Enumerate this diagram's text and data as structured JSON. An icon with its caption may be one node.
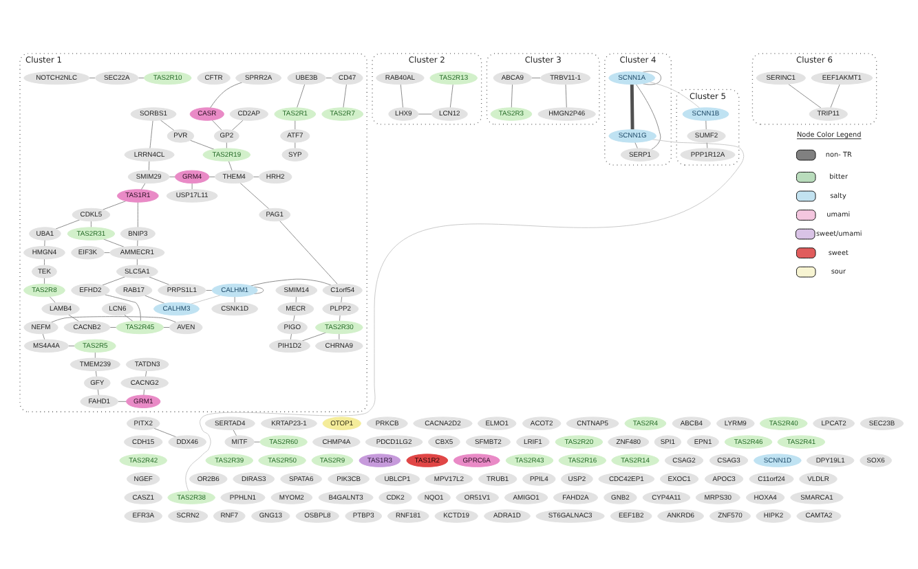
{
  "diagram": {
    "nodes": [
      {
        "text": [
          "Cluster 1"
        ]
      },
      {
        "text": [
          "UBE3B"
        ],
        "in": 0
      },
      {
        "text": [
          "CD47"
        ],
        "in": 0
      },
      {
        "text": [
          "TAS2R1"
        ],
        "in": 0
      },
      {
        "text": [
          "TAS2R7"
        ],
        "in": 0
      },
      {
        "text": [
          "ATF7"
        ],
        "in": 0
      },
      {
        "text": [
          "SPRR2A"
        ],
        "in": 0
      },
      {
        "text": [
          "CASR"
        ],
        "in": 0
      },
      {
        "text": [
          "CD2AP"
        ],
        "in": 0
      },
      {
        "text": [
          "SORBS1"
        ],
        "in": 0
      },
      {
        "text": [
          "PVR"
        ],
        "in": 0
      },
      {
        "text": [
          "GP2"
        ],
        "in": 0
      },
      {
        "text": [
          "LRRN4CL"
        ],
        "in": 0
      },
      {
        "text": [
          "SYP"
        ],
        "in": 0
      },
      {
        "text": [
          "TAS2R19"
        ],
        "in": 0
      },
      {
        "text": [
          "SMIM29"
        ],
        "in": 0
      },
      {
        "text": [
          "GRM4"
        ],
        "in": 0
      },
      {
        "text": [
          "THEM4"
        ],
        "in": 0
      },
      {
        "text": [
          "HRH2"
        ],
        "in": 0
      },
      {
        "text": [
          "TAS1R1"
        ],
        "in": 0
      },
      {
        "text": [
          "CDKL5"
        ],
        "in": 0
      },
      {
        "text": [
          "PAG1"
        ],
        "in": 0
      },
      {
        "text": [
          "UBA1"
        ],
        "in": 0
      },
      {
        "text": [
          "BNIP3"
        ],
        "in": 0
      },
      {
        "text": [
          "USP17L11"
        ],
        "in": 0
      },
      {
        "text": [
          "TAS2R31"
        ],
        "in": 0
      },
      {
        "text": [
          "HMGN4"
        ],
        "in": 0
      },
      {
        "text": [
          "EIF3K"
        ],
        "in": 0
      },
      {
        "text": [
          "AMMECR1"
        ],
        "in": 0
      },
      {
        "text": [
          "PRPS1L1"
        ],
        "in": 0
      },
      {
        "text": [
          "CALHM1"
        ],
        "in": 0
      },
      {
        "text": [
          "C1orf54"
        ],
        "in": 0
      },
      {
        "text": [
          "SLC5A1"
        ],
        "in": 0
      },
      {
        "text": [
          "SMIM14"
        ],
        "in": 0
      },
      {
        "text": [
          "CSNK1D"
        ],
        "in": 0
      },
      {
        "text": [
          "TEK"
        ],
        "in": 0
      },
      {
        "text": [
          "CFTR"
        ],
        "in": 0
      },
      {
        "text": [
          "MECR"
        ],
        "in": 0
      },
      {
        "text": [
          "PLPP2"
        ],
        "in": 0
      },
      {
        "text": [
          "EFHD2"
        ],
        "in": 0
      },
      {
        "text": [
          "RAB17"
        ],
        "in": 0
      },
      {
        "text": [
          "CALHM3"
        ],
        "in": 0
      },
      {
        "text": [
          "PIGO"
        ],
        "in": 0
      },
      {
        "text": [
          "TAS2R8"
        ],
        "in": 0
      },
      {
        "text": [
          "TAS2R30"
        ],
        "in": 0
      },
      {
        "text": [
          "LCN6"
        ],
        "in": 0
      },
      {
        "text": [
          "PIH1D2"
        ],
        "in": 0
      },
      {
        "text": [
          "MS4A4A"
        ],
        "in": 0
      },
      {
        "text": [
          "NOTCH2NLC"
        ],
        "in": 0
      },
      {
        "text": [
          "SEC22A"
        ],
        "in": 0
      },
      {
        "text": [
          "TAS2R5"
        ],
        "in": 0
      },
      {
        "text": [
          "TAS2R10"
        ],
        "in": 0
      },
      {
        "text": [
          "LAMB4"
        ],
        "in": 0
      },
      {
        "text": [
          "CHRNA9"
        ],
        "in": 0
      },
      {
        "text": [
          "CACNB2"
        ],
        "in": 0
      },
      {
        "text": [
          "TAS2R45"
        ],
        "in": 0
      },
      {
        "text": [
          "AVEN"
        ],
        "in": 0
      },
      {
        "text": [
          "NEFM"
        ],
        "in": 0
      },
      {
        "text": [
          "TMEM239"
        ],
        "in": 0
      },
      {
        "text": [
          "TATDN3"
        ],
        "in": 0
      },
      {
        "text": [
          "CACNG2"
        ],
        "in": 0
      },
      {
        "text": [
          "GFY"
        ],
        "in": 0
      },
      {
        "text": [
          "FAHD1"
        ],
        "in": 0
      },
      {
        "text": [
          "GRM1"
        ],
        "in": 0
      },
      {
        "text": [
          "Cluster 2"
        ]
      },
      {
        "text": [
          "RAB40AL"
        ],
        "in": 64
      },
      {
        "text": [
          "TAS2R13"
        ],
        "in": 64
      },
      {
        "text": [
          "LHX9"
        ],
        "in": 64
      },
      {
        "text": [
          "LCN12"
        ],
        "in": 64
      },
      {
        "text": [
          "Cluster 3"
        ]
      },
      {
        "text": [
          "ABCA9"
        ],
        "in": 69
      },
      {
        "text": [
          "TRBV11-1"
        ],
        "in": 69
      },
      {
        "text": [
          "TAS2R3"
        ],
        "in": 69
      },
      {
        "text": [
          "HMGN2P46"
        ],
        "in": 69
      },
      {
        "text": [
          "Cluster 4"
        ]
      },
      {
        "text": [
          "SCNN1A"
        ],
        "in": 74
      },
      {
        "text": [
          "SCNN1G"
        ],
        "in": 74
      },
      {
        "text": [
          "SERP1"
        ],
        "in": 74
      },
      {
        "text": [
          "Cluster 5"
        ]
      },
      {
        "text": [
          "SCNN1B"
        ],
        "in": 78
      },
      {
        "text": [
          "SUMF2"
        ],
        "in": 78
      },
      {
        "text": [
          "PPP1R12A"
        ],
        "in": 78
      },
      {
        "text": [
          "Cluster 6"
        ]
      },
      {
        "text": [
          "EEF1AKMT1"
        ],
        "in": 82
      },
      {
        "text": [
          "SERINC1"
        ],
        "in": 82
      },
      {
        "text": [
          "TRIP11"
        ],
        "in": 82
      },
      {
        "text": [
          "PITX2"
        ]
      },
      {
        "text": [
          "SERTAD4"
        ]
      },
      {
        "text": [
          "KRTAP23-1"
        ]
      },
      {
        "text": [
          "OTOP1"
        ]
      },
      {
        "text": [
          "PRKCB"
        ]
      },
      {
        "text": [
          "CACNA2D2"
        ]
      },
      {
        "text": [
          "ELMO1"
        ]
      },
      {
        "text": [
          "ACOT2"
        ]
      },
      {
        "text": [
          "CNTNAP5"
        ]
      },
      {
        "text": [
          "TAS2R4"
        ]
      },
      {
        "text": [
          "ABCB4"
        ]
      },
      {
        "text": [
          "LYRM9"
        ]
      },
      {
        "text": [
          "TAS2R40"
        ]
      },
      {
        "text": [
          "LPCAT2"
        ]
      },
      {
        "text": [
          "SEC23B"
        ]
      },
      {
        "text": [
          "CDH15"
        ]
      },
      {
        "text": [
          "CHMP4A"
        ]
      },
      {
        "text": [
          "PDCD1LG2"
        ]
      },
      {
        "text": [
          "CBX5"
        ]
      },
      {
        "text": [
          "SFMBT2"
        ]
      },
      {
        "text": [
          "LRIF1"
        ]
      },
      {
        "text": [
          "TAS2R20"
        ]
      },
      {
        "text": [
          "ZNF480"
        ]
      },
      {
        "text": [
          "SPI1"
        ]
      },
      {
        "text": [
          "EPN1"
        ]
      },
      {
        "text": [
          "DDX46"
        ]
      },
      {
        "text": [
          "MITF"
        ]
      },
      {
        "text": [
          "TAS2R60"
        ]
      },
      {
        "text": [
          "TAS2R46"
        ]
      },
      {
        "text": [
          "TAS2R41"
        ]
      },
      {
        "text": [
          "TAS2R42"
        ]
      },
      {
        "text": [
          "TAS2R39"
        ]
      },
      {
        "text": [
          "TAS2R50"
        ]
      },
      {
        "text": [
          "TAS2R9"
        ]
      },
      {
        "text": [
          "TAS1R3"
        ]
      },
      {
        "text": [
          "TAS1R2"
        ]
      },
      {
        "text": [
          "GPRC6A"
        ]
      },
      {
        "text": [
          "TAS2R43"
        ]
      },
      {
        "text": [
          "TAS2R16"
        ]
      },
      {
        "text": [
          "TAS2R14"
        ]
      },
      {
        "text": [
          "CSAG2"
        ]
      },
      {
        "text": [
          "CSAG3"
        ]
      },
      {
        "text": [
          "SCNN1D"
        ]
      },
      {
        "text": [
          "DPY19L1"
        ]
      },
      {
        "text": [
          "SOX6"
        ]
      },
      {
        "text": [
          "NGEF"
        ]
      },
      {
        "text": [
          "OR2B6"
        ]
      },
      {
        "text": [
          "DIRAS3"
        ]
      },
      {
        "text": [
          "SPATA6"
        ]
      },
      {
        "text": [
          "PIK3CB"
        ]
      },
      {
        "text": [
          "UBLCP1"
        ]
      },
      {
        "text": [
          "MPV17L2"
        ]
      },
      {
        "text": [
          "TRUB1"
        ]
      },
      {
        "text": [
          "PPIL4"
        ]
      },
      {
        "text": [
          "USP2"
        ]
      },
      {
        "text": [
          "CDC42EP1"
        ]
      },
      {
        "text": [
          "EXOC1"
        ]
      },
      {
        "text": [
          "APOC3"
        ]
      },
      {
        "text": [
          "C11orf24"
        ]
      },
      {
        "text": [
          "VLDLR"
        ]
      },
      {
        "text": [
          "CASZ1"
        ]
      },
      {
        "text": [
          "PPHLN1"
        ]
      },
      {
        "text": [
          "TAS2R38"
        ]
      },
      {
        "text": [
          "MYOM2"
        ]
      },
      {
        "text": [
          "B4GALNT3"
        ]
      },
      {
        "text": [
          "CDK2"
        ]
      },
      {
        "text": [
          "NQO1"
        ]
      },
      {
        "text": [
          "OR51V1"
        ]
      },
      {
        "text": [
          "AMIGO1"
        ]
      },
      {
        "text": [
          "FAHD2A"
        ]
      },
      {
        "text": [
          "GNB2"
        ]
      },
      {
        "text": [
          "CYP4A11"
        ]
      },
      {
        "text": [
          "MRPS30"
        ]
      },
      {
        "text": [
          "HOXA4"
        ]
      },
      {
        "text": [
          "SMARCA1"
        ]
      },
      {
        "text": [
          "EFR3A"
        ]
      },
      {
        "text": [
          "SCRN2"
        ]
      },
      {
        "text": [
          "RNF7"
        ]
      },
      {
        "text": [
          "GNG13"
        ]
      },
      {
        "text": [
          "OSBPL8"
        ]
      },
      {
        "text": [
          "PTBP3"
        ]
      },
      {
        "text": [
          "RNF181"
        ]
      },
      {
        "text": [
          "KCTD19"
        ]
      },
      {
        "text": [
          "ADRA1D"
        ]
      },
      {
        "text": [
          "ST6GALNAC3"
        ]
      },
      {
        "text": [
          "EEF1B2"
        ]
      },
      {
        "text": [
          "ANKRD6"
        ]
      },
      {
        "text": [
          "ZNF570"
        ]
      },
      {
        "text": [
          "HIPK2"
        ]
      },
      {
        "text": [
          "CAMTA2"
        ]
      }
    ],
    "edges": [
      {
        "from": 1,
        "to": 2,
        "arrow": "none"
      },
      {
        "from": 1,
        "to": 3,
        "arrow": "none"
      },
      {
        "from": 2,
        "to": 4,
        "arrow": "none"
      },
      {
        "from": 3,
        "to": 5,
        "arrow": "none"
      },
      {
        "from": 5,
        "to": 13,
        "arrow": "none"
      },
      {
        "from": 9,
        "to": 10,
        "arrow": "none"
      },
      {
        "from": 9,
        "to": 12,
        "arrow": "none"
      },
      {
        "from": 6,
        "to": 7,
        "arrow": "none"
      },
      {
        "from": 7,
        "to": 11,
        "arrow": "none"
      },
      {
        "from": 8,
        "to": 11,
        "arrow": "none"
      },
      {
        "from": 10,
        "to": 14,
        "arrow": "none"
      },
      {
        "from": 11,
        "to": 14,
        "arrow": "none"
      },
      {
        "from": 14,
        "to": 17,
        "arrow": "none"
      },
      {
        "from": 17,
        "to": 18,
        "arrow": "none"
      },
      {
        "from": 16,
        "to": 17,
        "arrow": "none"
      },
      {
        "from": 15,
        "to": 16,
        "arrow": "none"
      },
      {
        "from": 12,
        "to": 15,
        "arrow": "none"
      },
      {
        "from": 15,
        "to": 19,
        "arrow": "none"
      },
      {
        "from": 19,
        "to": 20,
        "arrow": "none"
      },
      {
        "from": 19,
        "to": 23,
        "arrow": "none"
      },
      {
        "from": 20,
        "to": 22,
        "arrow": "none"
      },
      {
        "from": 20,
        "to": 25,
        "arrow": "none"
      },
      {
        "from": 22,
        "to": 26,
        "arrow": "none"
      },
      {
        "from": 23,
        "to": 28,
        "arrow": "none"
      },
      {
        "from": 25,
        "to": 28,
        "arrow": "none"
      },
      {
        "from": 27,
        "to": 28,
        "arrow": "none"
      },
      {
        "from": 28,
        "to": 32,
        "arrow": "none"
      },
      {
        "from": 32,
        "to": 29,
        "arrow": "none"
      },
      {
        "from": 29,
        "to": 30,
        "arrow": "none"
      },
      {
        "from": 30,
        "to": 30,
        "arrow": "none"
      },
      {
        "from": 30,
        "to": 31,
        "arrow": "none"
      },
      {
        "from": 30,
        "to": 34,
        "arrow": "none"
      },
      {
        "from": 17,
        "to": 21,
        "arrow": "none"
      },
      {
        "from": 21,
        "to": 31,
        "arrow": "none"
      },
      {
        "from": 16,
        "to": 24,
        "arrow": "none"
      },
      {
        "from": 31,
        "to": 38,
        "arrow": "none"
      },
      {
        "from": 33,
        "to": 37,
        "arrow": "none"
      },
      {
        "from": 26,
        "to": 35,
        "arrow": "none"
      },
      {
        "from": 35,
        "to": 43,
        "arrow": "none"
      },
      {
        "from": 43,
        "to": 52,
        "arrow": "none"
      },
      {
        "from": 52,
        "to": 54,
        "arrow": "none"
      },
      {
        "from": 54,
        "to": 55,
        "arrow": "none"
      },
      {
        "from": 55,
        "to": 56,
        "arrow": "none"
      },
      {
        "from": 56,
        "to": 57,
        "arrow": "none"
      },
      {
        "from": 57,
        "to": 47,
        "arrow": "none"
      },
      {
        "from": 47,
        "to": 50,
        "arrow": "none"
      },
      {
        "from": 38,
        "to": 44,
        "arrow": "none"
      },
      {
        "from": 44,
        "to": 46,
        "arrow": "none"
      },
      {
        "from": 37,
        "to": 42,
        "arrow": "none"
      },
      {
        "from": 42,
        "to": 46,
        "arrow": "none"
      },
      {
        "from": 40,
        "to": 41,
        "arrow": "none"
      },
      {
        "from": 39,
        "to": 55,
        "arrow": "none"
      },
      {
        "from": 32,
        "to": 39,
        "arrow": "none"
      },
      {
        "from": 45,
        "to": 55,
        "arrow": "none"
      },
      {
        "from": 50,
        "to": 58,
        "arrow": "none"
      },
      {
        "from": 44,
        "to": 53,
        "arrow": "none"
      },
      {
        "from": 48,
        "to": 49,
        "arrow": "none"
      },
      {
        "from": 49,
        "to": 51,
        "arrow": "none"
      },
      {
        "from": 58,
        "to": 61,
        "arrow": "none"
      },
      {
        "from": 61,
        "to": 62,
        "arrow": "none"
      },
      {
        "from": 62,
        "to": 63,
        "arrow": "none"
      },
      {
        "from": 59,
        "to": 60,
        "arrow": "none"
      },
      {
        "from": 60,
        "to": 63,
        "arrow": "none"
      },
      {
        "from": 65,
        "to": 67,
        "arrow": "none"
      },
      {
        "from": 67,
        "to": 68,
        "arrow": "none"
      },
      {
        "from": 66,
        "to": 68,
        "arrow": "none"
      },
      {
        "from": 70,
        "to": 71,
        "arrow": "none"
      },
      {
        "from": 70,
        "to": 72,
        "arrow": "none"
      },
      {
        "from": 71,
        "to": 73,
        "arrow": "none"
      },
      {
        "from": 75,
        "to": 75,
        "arrow": "none"
      },
      {
        "from": 75,
        "to": 76,
        "arrow": "none",
        "style": "thick"
      },
      {
        "from": 75,
        "to": 77,
        "arrow": "none"
      },
      {
        "from": 76,
        "to": 77,
        "arrow": "none"
      },
      {
        "from": 79,
        "to": 80,
        "arrow": "none"
      },
      {
        "from": 80,
        "to": 81,
        "arrow": "none"
      },
      {
        "from": 83,
        "to": 85,
        "arrow": "none"
      },
      {
        "from": 84,
        "to": 85,
        "arrow": "none"
      },
      {
        "from": 86,
        "to": 111,
        "arrow": "none"
      },
      {
        "from": 87,
        "to": 112,
        "arrow": "none"
      },
      {
        "from": 112,
        "to": 113,
        "arrow": "none"
      },
      {
        "from": 30,
        "to": 41,
        "arrow": "none",
        "color": "#c8c8c8"
      },
      {
        "from": 75,
        "to": 79,
        "arrow": "none",
        "color": "#c8c8c8"
      },
      {
        "from": 76,
        "to": 148,
        "arrow": "none",
        "color": "#c8c8c8"
      }
    ],
    "labels": [
      "Node Color Legend"
    ],
    "legend": [
      {
        "text": "non- TR",
        "color": "#808080"
      },
      {
        "text": "bitter",
        "color": "#b9dcbc"
      },
      {
        "text": "salty",
        "color": "#c2e2f0"
      },
      {
        "text": "umami",
        "color": "#f4c6df"
      },
      {
        "text": "sweet/umami",
        "color": "#d9c3e6"
      },
      {
        "text": "sweet",
        "color": "#e05c5c"
      },
      {
        "text": "sour",
        "color": "#f7f4d2"
      }
    ]
  }
}
